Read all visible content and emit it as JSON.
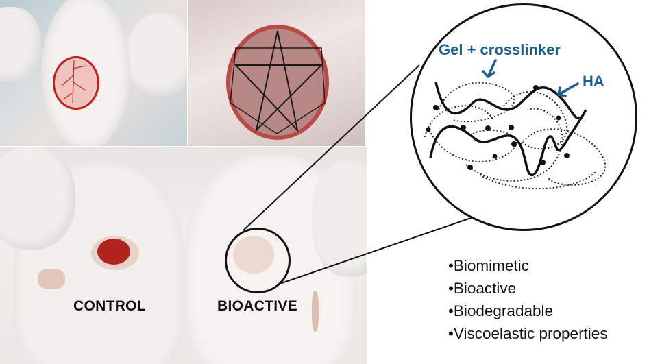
{
  "photos": {
    "control_label": "CONTROL",
    "bioactive_label": "BIOACTIVE"
  },
  "schematic": {
    "gel_label": "Gel + crosslinker",
    "ha_label": "HA"
  },
  "properties": [
    "•Biomimetic",
    "•Bioactive",
    "•Biodegradable",
    "•Viscoelastic properties"
  ],
  "colors": {
    "annotation_blue": "#1a5c8a",
    "wound_red": "#c0211d"
  }
}
